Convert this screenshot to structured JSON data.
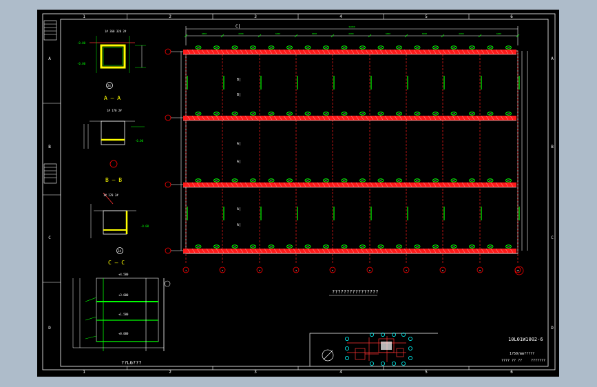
{
  "colors": {
    "background": "#000000",
    "viewport_frame": "#aebcca",
    "border": "#ffffff",
    "beam": "#ff1a1a",
    "grid_marker": "#ff0000",
    "accent_green": "#00ff00",
    "accent_yellow": "#ffff00",
    "accent_cyan": "#00ffff",
    "text": "#ffffff"
  },
  "border_columns": [
    "1",
    "2",
    "3",
    "4",
    "5",
    "6"
  ],
  "border_rows": [
    "A",
    "B",
    "C",
    "D"
  ],
  "sections": {
    "a_a": "A — A",
    "b_b": "B — B",
    "c_c": "C — C",
    "detail": "??LG???"
  },
  "plan": {
    "title": "????????????????",
    "axis_labels": [
      "C|",
      "B|",
      "B|",
      "A|",
      "A|",
      "A|",
      "A|"
    ]
  },
  "title_block": {
    "drawing_number": "10L01W1002-6",
    "line1": "1?50/mm?????",
    "line2a": "???? ?? ??",
    "line2b": "???????"
  }
}
